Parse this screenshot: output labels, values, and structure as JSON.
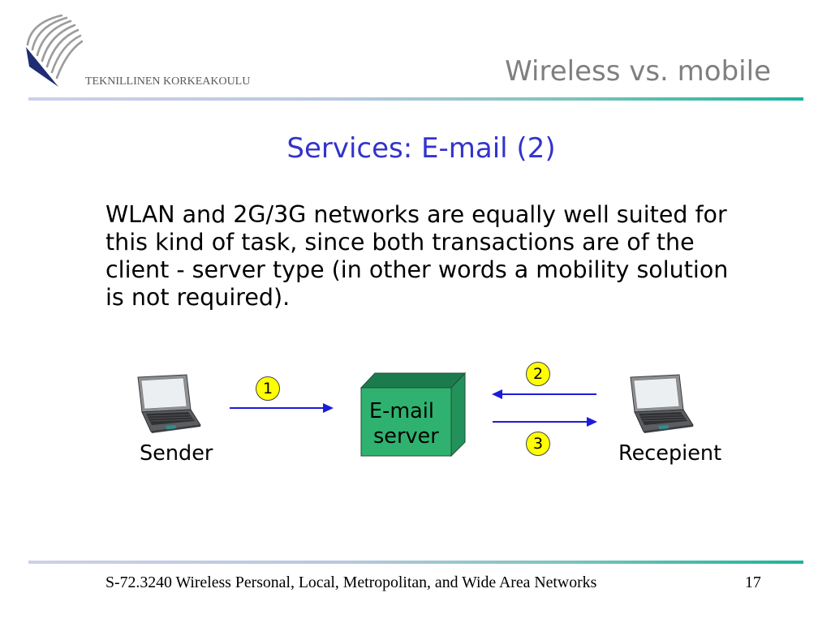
{
  "header": {
    "institution": "TEKNILLINEN KORKEAKOULU",
    "section_title": "Wireless vs. mobile"
  },
  "slide": {
    "title": "Services: E-mail (2)",
    "body_lines": [
      "WLAN and 2G/3G networks are equally well suited for",
      "this kind of task, since both transactions are of the",
      "client - server type (in other words a mobility solution",
      "is not required)."
    ]
  },
  "diagram": {
    "sender_label": "Sender",
    "recipient_label": "Recepient",
    "server_label": [
      "E-mail",
      "server"
    ],
    "steps": [
      "1",
      "2",
      "3"
    ]
  },
  "footer": {
    "course": "S-72.3240 Wireless Personal, Local, Metropolitan, and Wide Area Networks",
    "page_number": "17"
  },
  "icons": {
    "logo": "university-wing-logo",
    "sender_device": "laptop",
    "recipient_device": "laptop",
    "server": "server-box"
  },
  "colors": {
    "title_blue": "#3333cc",
    "section_title_gray": "#7f7f7f",
    "institution_gray": "#5a5a5a",
    "arrow_blue": "#1c1cdc",
    "step_circle_yellow": "#ffff00",
    "server_front": "#2fb26f",
    "server_top": "#1c7b4d",
    "server_side": "#23925a",
    "rule_left": "#cdd0e8",
    "rule_right": "#1db39b",
    "logo_blue": "#1f2d73",
    "logo_gray": "#9c9c9c"
  }
}
